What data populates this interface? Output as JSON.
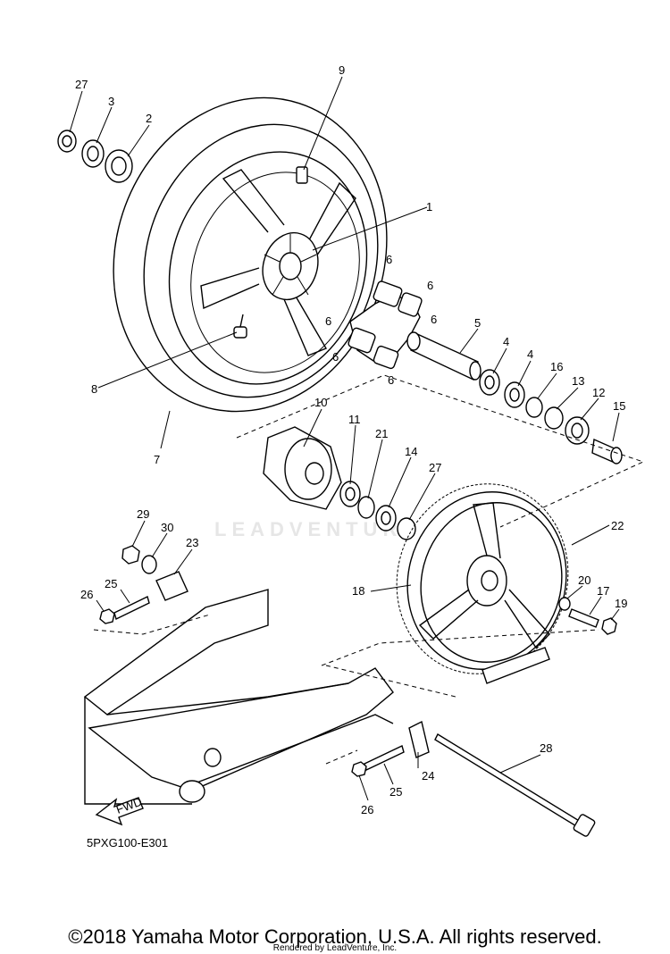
{
  "diagram": {
    "figure_code": "5PXG100-E301",
    "fwd_label": "FWD",
    "watermark": "LEADVENTURE",
    "copyright": "©2018 Yamaha Motor Corporation, U.S.A. All rights reserved.",
    "rendered_by": "Rendered by LeadVenture, Inc.",
    "callouts": {
      "c27a": "27",
      "c3": "3",
      "c2": "2",
      "c9": "9",
      "c1": "1",
      "c6a": "6",
      "c6b": "6",
      "c6c": "6",
      "c6d": "6",
      "c6e": "6",
      "c6f": "6",
      "c5": "5",
      "c4a": "4",
      "c4b": "4",
      "c16": "16",
      "c13": "13",
      "c12": "12",
      "c15": "15",
      "c8": "8",
      "c7": "7",
      "c10": "10",
      "c11": "11",
      "c21": "21",
      "c14": "14",
      "c27b": "27",
      "c29": "29",
      "c30": "30",
      "c23": "23",
      "c25a": "25",
      "c26a": "26",
      "c22": "22",
      "c18": "18",
      "c20": "20",
      "c17": "17",
      "c19": "19",
      "c28": "28",
      "c24": "24",
      "c25b": "25",
      "c26b": "26"
    }
  }
}
